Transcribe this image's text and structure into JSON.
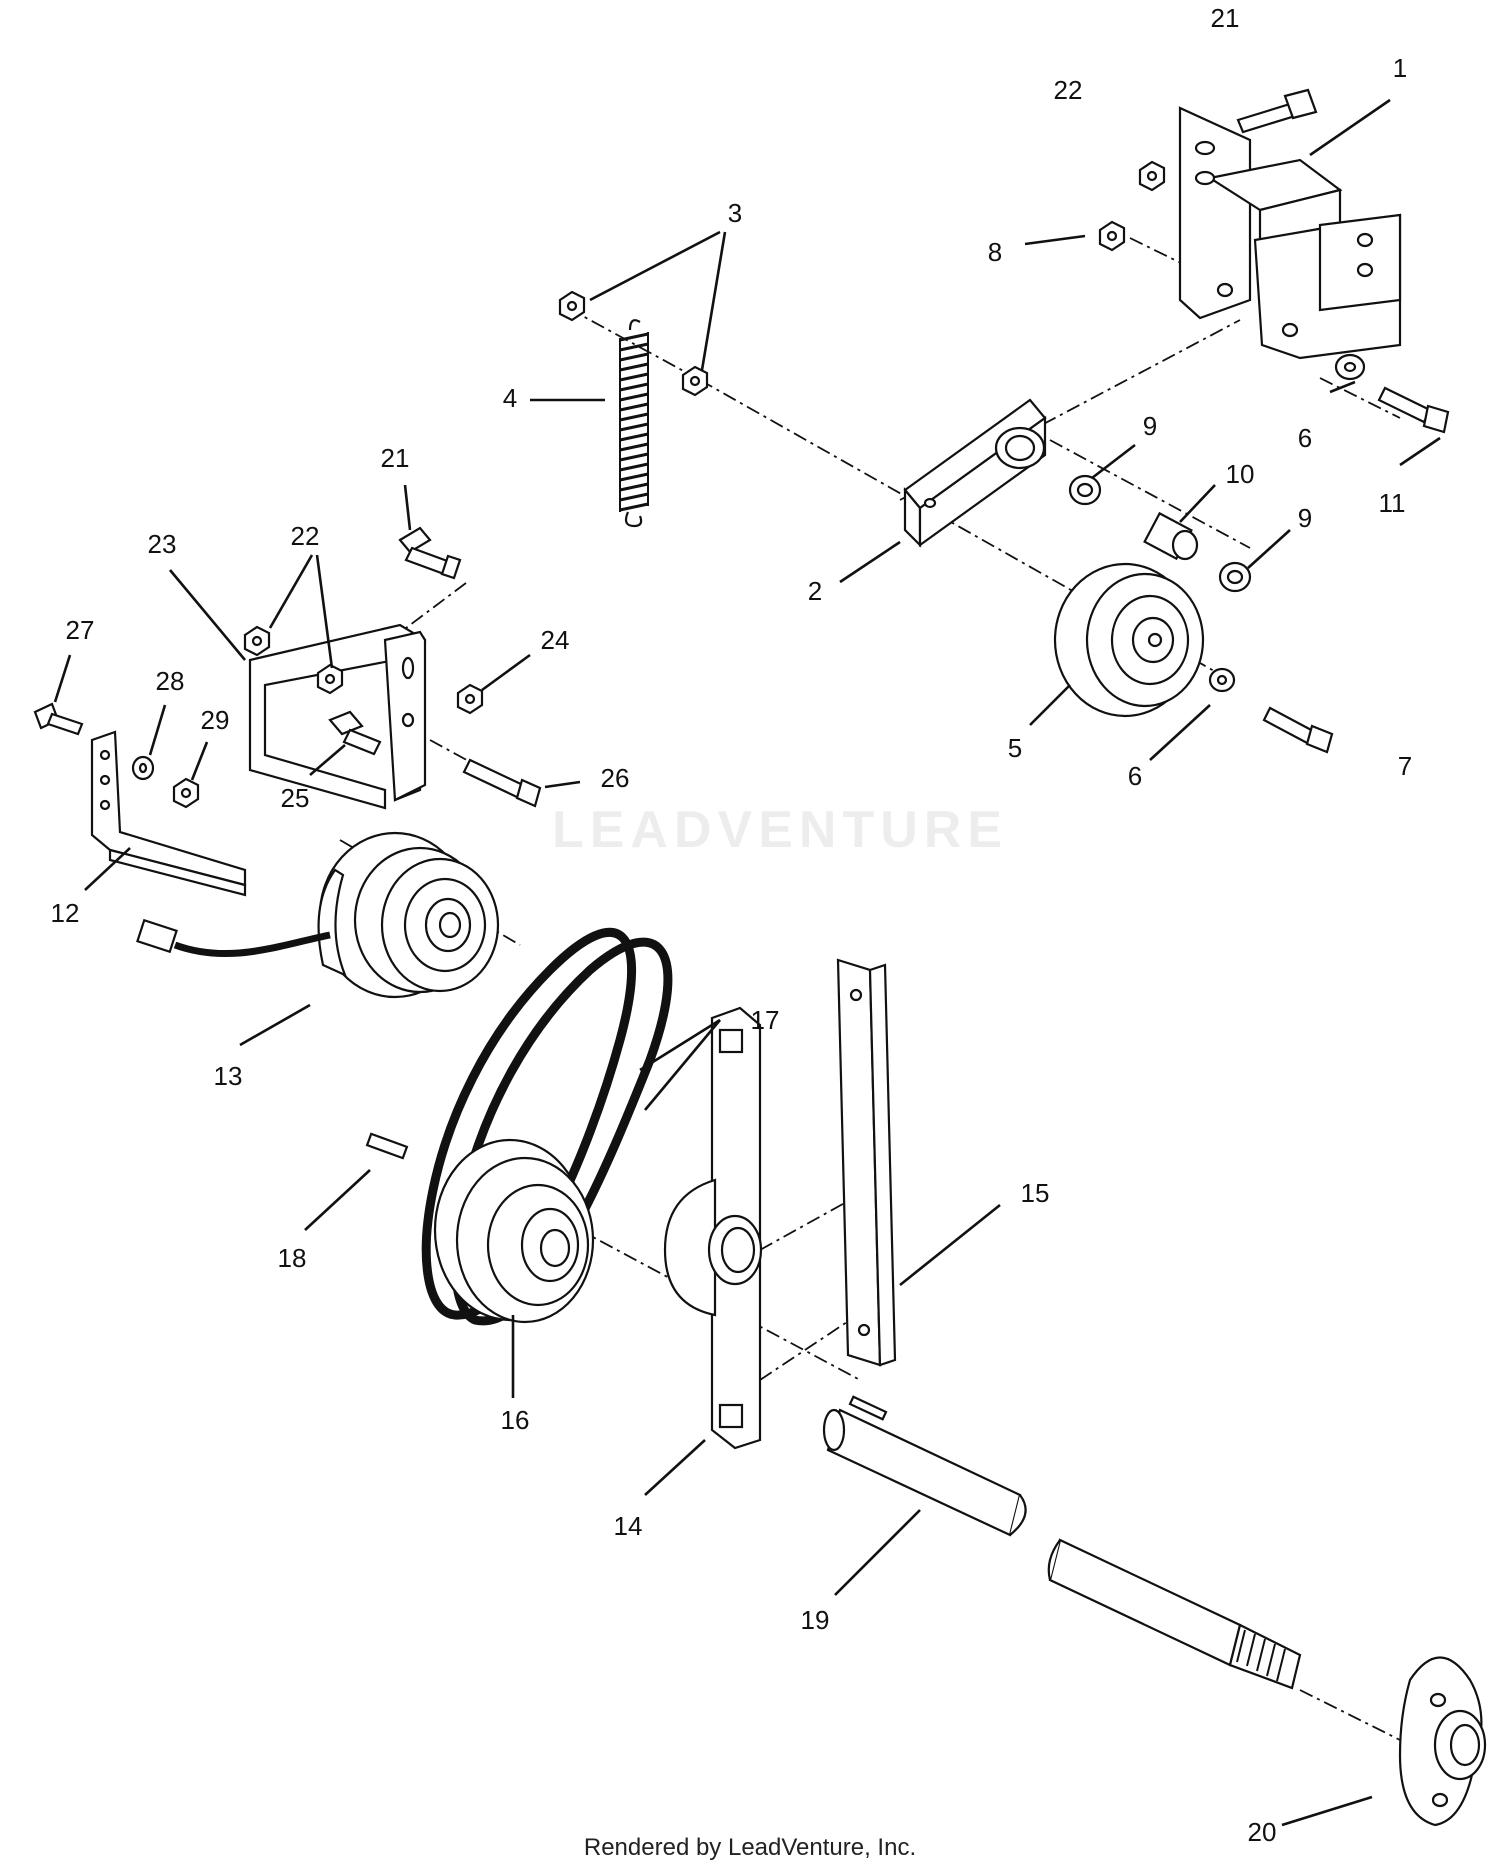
{
  "diagram": {
    "callouts": [
      "1",
      "2",
      "3",
      "4",
      "5",
      "6",
      "6",
      "7",
      "8",
      "9",
      "9",
      "10",
      "11",
      "12",
      "13",
      "14",
      "15",
      "16",
      "17",
      "18",
      "19",
      "20",
      "21",
      "21",
      "22",
      "22",
      "23",
      "24",
      "25",
      "26",
      "27",
      "28",
      "29"
    ]
  },
  "watermark": "LEADVENTURE",
  "footer": "Rendered by LeadVenture, Inc."
}
